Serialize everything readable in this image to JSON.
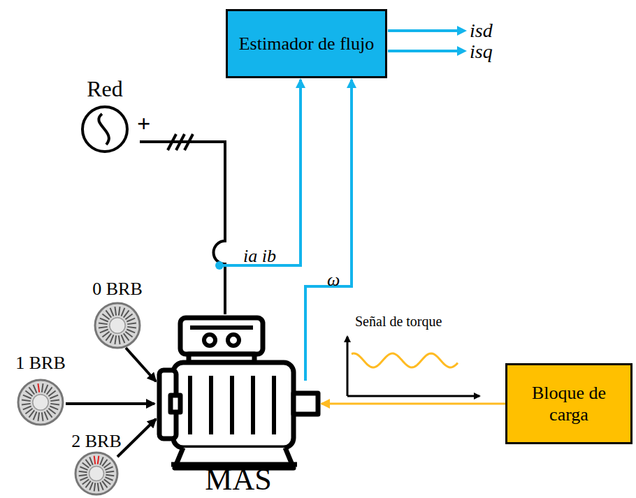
{
  "diagram": {
    "nodes": [
      {
        "text": [
          "Estimador de flujo"
        ]
      },
      {
        "text": [
          "Red"
        ]
      },
      {
        "text": [
          "0 BRB"
        ]
      },
      {
        "text": [
          "1 BRB"
        ]
      },
      {
        "text": [
          "2 BRB"
        ]
      },
      {
        "text": [
          "MAS"
        ]
      },
      {
        "text": [
          "Bloque de carga"
        ]
      }
    ],
    "edges": [
      {
        "from": 1,
        "to": 5,
        "arrow": "none"
      },
      {
        "from": 5,
        "to": 0,
        "label": "ia ib",
        "arrow": "to"
      },
      {
        "from": 5,
        "to": 0,
        "label": "ω",
        "arrow": "to"
      },
      {
        "from": 2,
        "to": 5,
        "arrow": "to"
      },
      {
        "from": 3,
        "to": 5,
        "arrow": "to"
      },
      {
        "from": 4,
        "to": 5,
        "arrow": "to"
      },
      {
        "from": 6,
        "to": 5,
        "arrow": "to"
      }
    ],
    "labels": [
      "isd",
      "isq",
      "+",
      "Señal de torque"
    ]
  }
}
